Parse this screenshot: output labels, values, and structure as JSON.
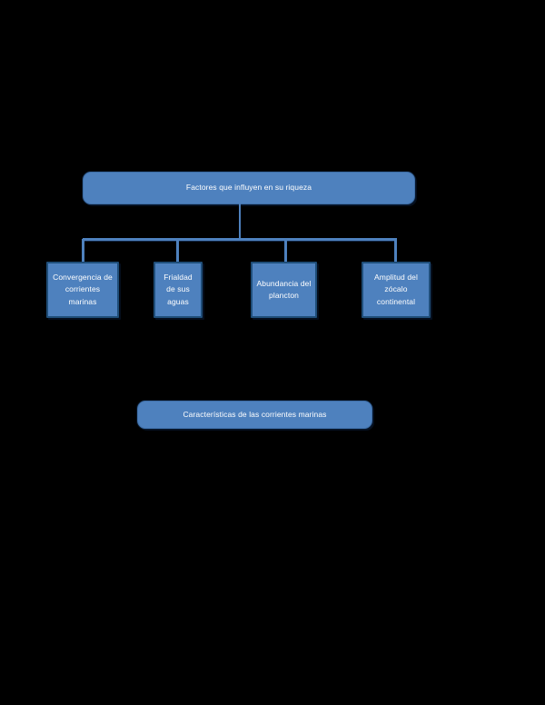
{
  "diagram": {
    "type": "hierarchy-tree",
    "background_color": "#000000",
    "node_fill_color": "#4E81BE",
    "node_border_color": "#1F4E79",
    "connector_color": "#4E81BE",
    "text_color": "#FFFFFF",
    "root": {
      "label": "Factores que influyen en su riqueza"
    },
    "children": [
      {
        "label": "Convergencia de corrientes marinas"
      },
      {
        "label": "Frialdad de sus aguas"
      },
      {
        "label": "Abundancia del plancton"
      },
      {
        "label": "Amplitud del zócalo continental"
      }
    ],
    "footer": {
      "label": "Características de las corrientes marinas"
    }
  }
}
